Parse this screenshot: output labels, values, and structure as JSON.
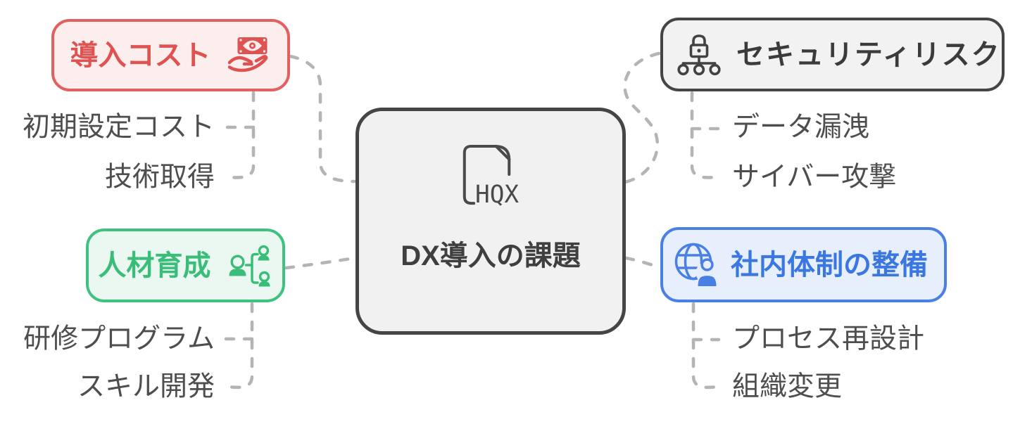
{
  "canvas": {
    "background": "#ffffff",
    "connector_color": "#b4b4b4"
  },
  "center": {
    "label": "DX導入の課題",
    "file_badge": "HQX",
    "icon": "file-hqx-icon",
    "border_color": "#454545",
    "fill_color": "#f1f1f1",
    "text_color": "#3f3f3f"
  },
  "nodes": {
    "cost": {
      "label": "導入コスト",
      "icon": "money-hand-icon",
      "border_color": "#e26060",
      "fill_color": "#fdeeee",
      "text_color": "#df5252",
      "sub": [
        "初期設定コスト",
        "技術取得"
      ]
    },
    "security": {
      "label": "セキュリティリスク",
      "icon": "lock-hierarchy-icon",
      "border_color": "#454545",
      "fill_color": "#f2f2f2",
      "text_color": "#3b3b3b",
      "sub": [
        "データ漏洩",
        "サイバー攻撃"
      ]
    },
    "hr": {
      "label": "人材育成",
      "icon": "people-hierarchy-icon",
      "border_color": "#3fc27f",
      "fill_color": "#eaf8f1",
      "text_color": "#3abd78",
      "sub": [
        "研修プログラム",
        "スキル開発"
      ]
    },
    "org": {
      "label": "社内体制の整備",
      "icon": "globe-user-icon",
      "border_color": "#4a80e4",
      "fill_color": "#e7eefc",
      "text_color": "#3a78e0",
      "sub": [
        "プロセス再設計",
        "組織変更"
      ]
    }
  },
  "sub_text_color": "#4e4e4e"
}
